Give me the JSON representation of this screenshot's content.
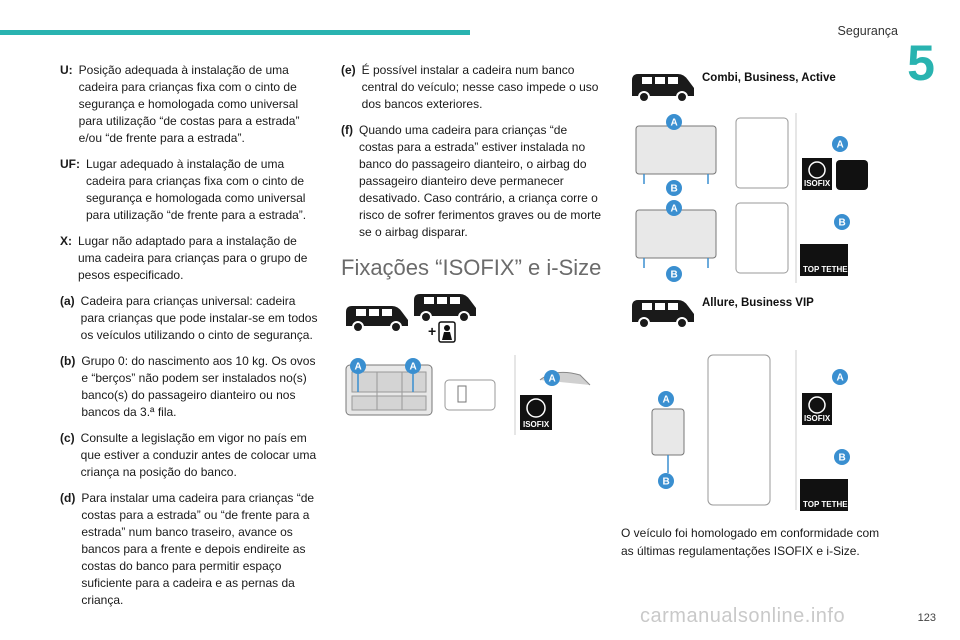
{
  "header": {
    "section": "Segurança",
    "chapter_number": "5",
    "page_number": "123"
  },
  "col1": {
    "items": [
      {
        "key": "U:",
        "text": "Posição adequada à instalação de uma cadeira para crianças fixa com o cinto de segurança e homologada como universal para utilização “de costas para a estrada” e/ou “de frente para a estrada”."
      },
      {
        "key": "UF:",
        "text": "Lugar adequado à instalação de uma cadeira para crianças fixa com o cinto de segurança e homologada como universal para utilização “de frente para a estrada”."
      },
      {
        "key": "X:",
        "text": "Lugar não adaptado para a instalação de uma cadeira para crianças para o grupo de pesos especificado."
      },
      {
        "key": "(a)",
        "text": "Cadeira para crianças universal: cadeira para crianças que pode instalar-se em todos os veículos utilizando o cinto de segurança."
      },
      {
        "key": "(b)",
        "text": "Grupo 0: do nascimento aos 10 kg. Os ovos e “berços” não podem ser instalados no(s) banco(s) do passageiro dianteiro ou nos bancos da 3.ª fila."
      },
      {
        "key": "(c)",
        "text": "Consulte a legislação em vigor no país em que estiver a conduzir antes de colocar uma criança na posição do banco."
      },
      {
        "key": "(d)",
        "text": "Para instalar uma cadeira para crianças “de costas para a estrada” ou “de frente para a estrada” num banco traseiro, avance os bancos para a frente e depois endireite as costas do banco para permitir espaço suficiente para a cadeira e as pernas da criança."
      }
    ]
  },
  "col2": {
    "items": [
      {
        "key": "(e)",
        "text": "É possível instalar a cadeira num banco central do veículo; nesse caso impede o uso dos bancos exteriores."
      },
      {
        "key": "(f)",
        "text": "Quando uma cadeira para crianças “de costas para a estrada” estiver instalada no banco do passageiro dianteiro, o airbag do passageiro dianteiro deve permanecer desativado. Caso contrário, a criança corre o risco de sofrer ferimentos graves ou de morte se o airbag disparar."
      }
    ],
    "heading": "Fixações “ISOFIX” e i-Size"
  },
  "col3": {
    "label1": "Combi, Business, Active",
    "label2": "Allure, Business VIP",
    "footer": "O veículo foi homologado em conformidade com as últimas regulamentações ISOFIX e i-Size."
  },
  "figure": {
    "letter_a": "A",
    "letter_b": "B",
    "isofix": "ISOFIX",
    "top_tether": "TOP TETHER"
  },
  "watermark": "carmanualsonline.info",
  "colors": {
    "accent": "#29b3b0",
    "letter_badge": "#3a8fd0",
    "arrow": "#3a8fd0"
  }
}
